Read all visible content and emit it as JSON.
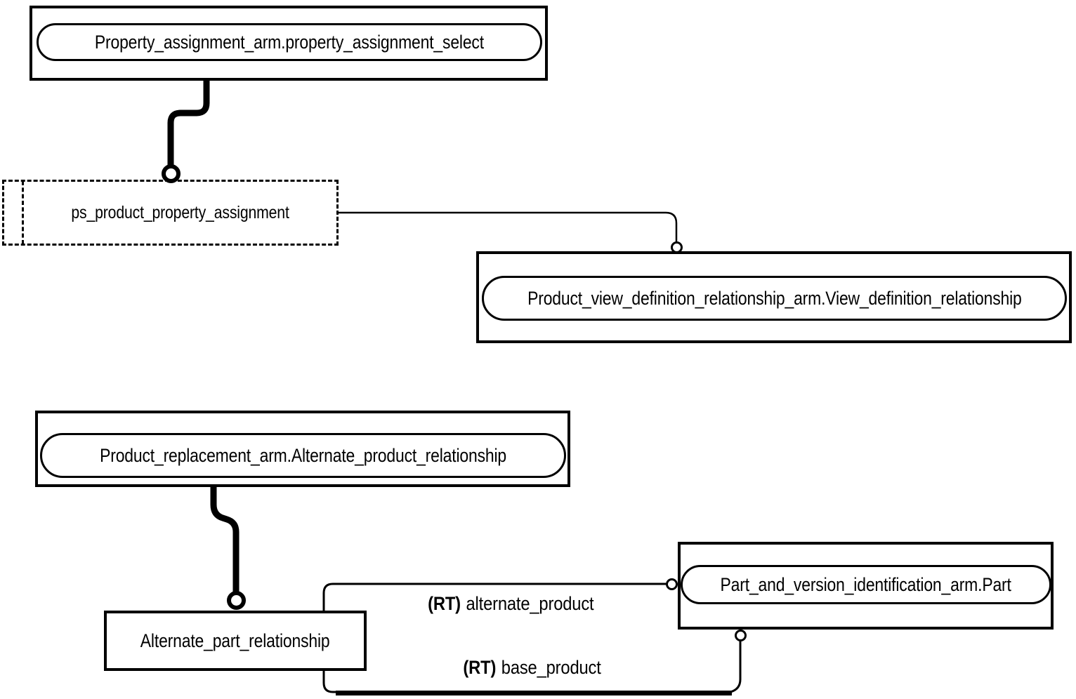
{
  "nodes": {
    "property_assignment_select": {
      "label": "Property_assignment_arm.property_assignment_select"
    },
    "ps_product_property_assignment": {
      "label": "ps_product_property_assignment"
    },
    "view_definition_relationship": {
      "label": "Product_view_definition_relationship_arm.View_definition_relationship"
    },
    "alternate_product_relationship": {
      "label": "Product_replacement_arm.Alternate_product_relationship"
    },
    "alternate_part_relationship": {
      "label": "Alternate_part_relationship"
    },
    "part": {
      "label": "Part_and_version_identification_arm.Part"
    }
  },
  "edges": {
    "alternate_product": {
      "prefix": "(RT)",
      "name": "alternate_product"
    },
    "base_product": {
      "prefix": "(RT)",
      "name": "base_product"
    }
  },
  "colors": {
    "ink": "#000000",
    "background": "#ffffff"
  }
}
